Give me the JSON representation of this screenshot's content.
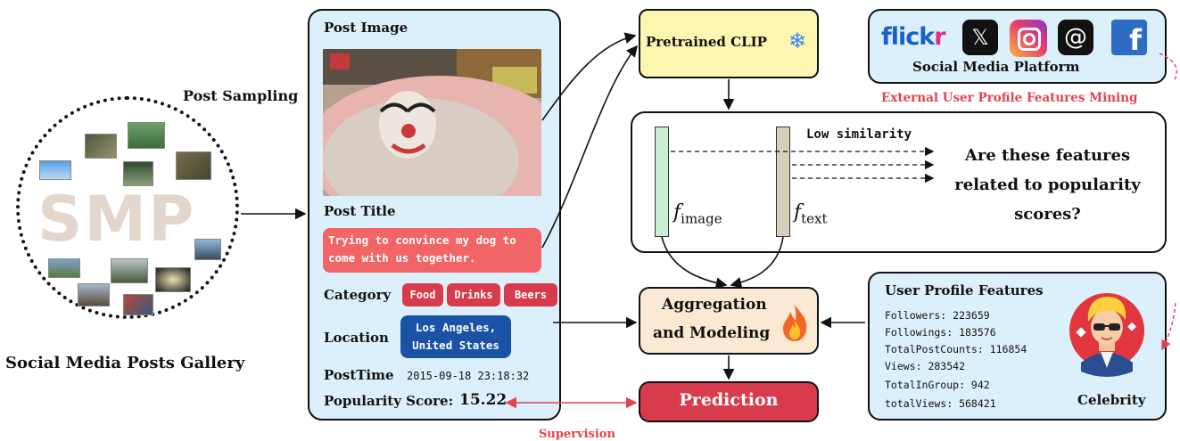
{
  "gallery": {
    "title": "Social Media Posts Gallery",
    "sampling_label": "Post Sampling",
    "word": "SMP"
  },
  "post": {
    "image_label": "Post Image",
    "title_label": "Post Title",
    "title_text": "Trying to convince my dog to come with us together.",
    "category_label": "Category",
    "categories": [
      "Food",
      "Drinks",
      "Beers"
    ],
    "location_label": "Location",
    "location_value": "Los Angeles, United States",
    "posttime_label": "PostTime",
    "posttime_value": "2015-09-18 23:18:32",
    "popularity_label": "Popularity Score:",
    "popularity_value": "15.22"
  },
  "clip": {
    "label": "Pretrained CLIP",
    "icon": "snowflake-icon"
  },
  "social": {
    "label": "Social Media Platform",
    "flickr": "flickr",
    "mining_label": "External User Profile Features Mining",
    "icons": [
      "flickr-logo",
      "x-icon",
      "instagram-icon",
      "threads-icon",
      "facebook-icon"
    ]
  },
  "features": {
    "similarity_label": "Low similarity",
    "f_image": "f",
    "f_image_sub": "image",
    "f_text": "f",
    "f_text_sub": "text",
    "question": "Are these features related to popularity scores?"
  },
  "aggregation": {
    "label_line1": "Aggregation",
    "label_line2": "and Modeling",
    "icon": "fire-icon"
  },
  "prediction": {
    "label": "Prediction"
  },
  "supervision": {
    "label": "Supervision"
  },
  "profile": {
    "title": "User Profile Features",
    "rows": [
      "Followers: 223659",
      "Followings: 183576",
      "TotalPostCounts: 116854",
      "Views: 283542",
      "TotalInGroup: 942",
      "totalViews: 568421"
    ],
    "avatar_label": "Celebrity"
  },
  "colors": {
    "card_blue": "#dcf0fb",
    "clip_yellow": "#fdf6b0",
    "agg_peach": "#fce9d4",
    "prediction_red": "#d83c4c",
    "title_pink": "#f26566",
    "location_blue": "#1a53a6",
    "mining_red": "#e0454f",
    "image_bar_green": "#c9efd3",
    "text_bar_tan": "#d9cdbd"
  }
}
